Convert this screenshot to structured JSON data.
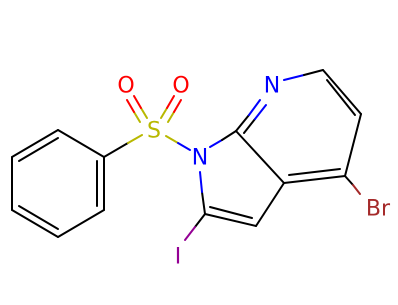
{
  "colors": {
    "carbon": "#000000",
    "nitrogen": "#0000ff",
    "oxygen": "#ff0000",
    "sulfur": "#b8b800",
    "bromine": "#a52a2a",
    "iodine": "#940094"
  },
  "atoms": {
    "n_pyridine": "N",
    "n_pyrrole": "N",
    "sulfur": "S",
    "oxygen_left": "O",
    "oxygen_right": "O",
    "bromine": "Br",
    "iodine": "I"
  }
}
